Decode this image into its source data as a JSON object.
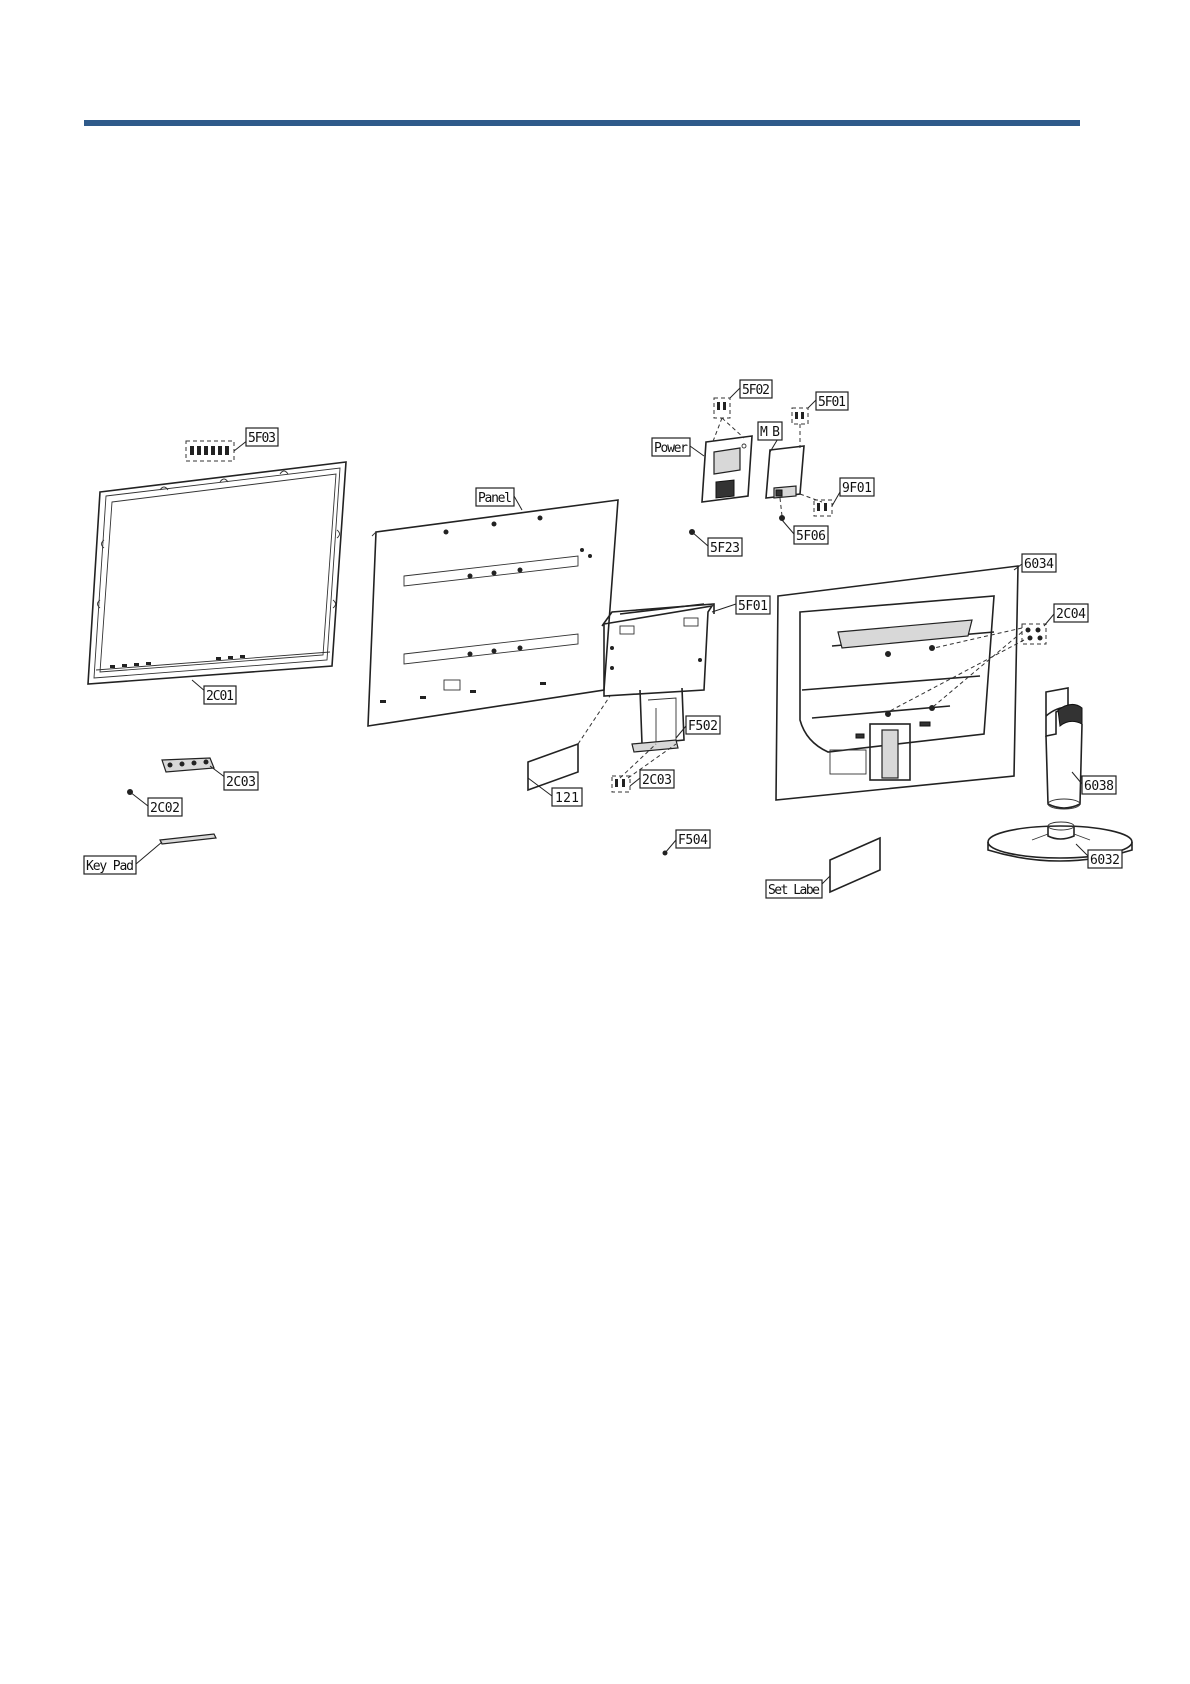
{
  "rule_color": "#2f5a8a",
  "callouts": {
    "c5f03": "5F03",
    "c2c01": "2C01",
    "c2c03a": "2C03",
    "c2c02": "2C02",
    "keypad": "Key Pad",
    "panel": "Panel",
    "power": "Power",
    "c5f02": "5F02",
    "c5f01a": "5F01",
    "mb": "MB",
    "c9f01": "9F01",
    "c5f06": "5F06",
    "c5f23": "5F23",
    "c5f01b": "5F01",
    "f502": "F502",
    "c2c03b": "2C03",
    "c121": "121",
    "f504": "F504",
    "c6034": "6034",
    "c2c04": "2C04",
    "c6038": "6038",
    "c6032": "6032",
    "setlabel": "Set Labe"
  }
}
